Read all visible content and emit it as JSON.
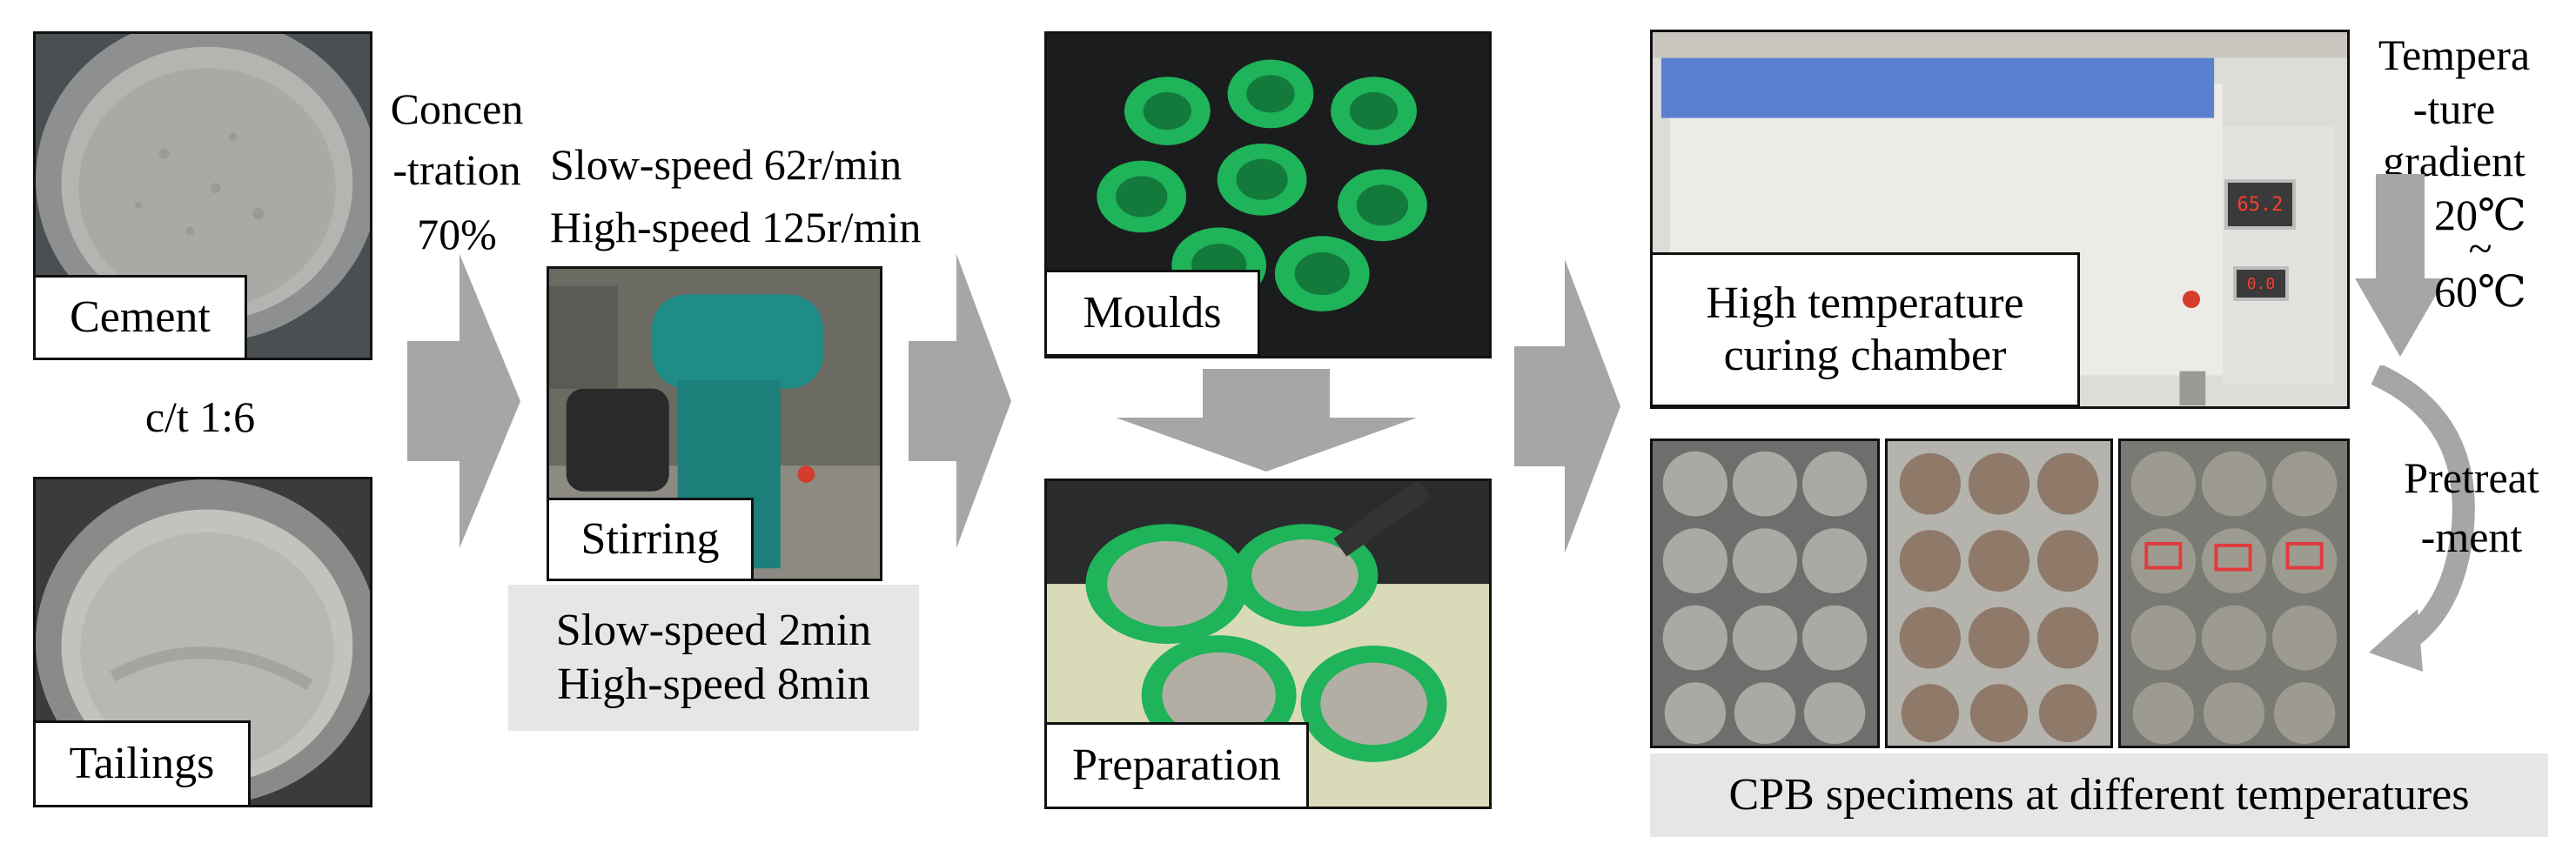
{
  "labels": {
    "cement": "Cement",
    "tailings": "Tailings",
    "ratio": "c/t 1:6",
    "concentration": [
      "Concen",
      "-tration",
      "70%"
    ],
    "stirring_speed": [
      "Slow-speed 62r/min",
      "High-speed 125r/min"
    ],
    "stirring": "Stirring",
    "stirring_time": [
      "Slow-speed 2min",
      "High-speed 8min"
    ],
    "moulds": "Moulds",
    "preparation": "Preparation",
    "chamber": [
      "High temperature",
      "curing chamber"
    ],
    "temp_gradient": [
      "Tempera",
      "-ture",
      "gradient",
      "20℃",
      "~",
      "60℃"
    ],
    "pretreatment": [
      "Pretreat",
      "-ment"
    ],
    "specimens": "CPB specimens at different temperatures"
  },
  "device_display": {
    "top_readout": "65.2",
    "bottom_readout": "0.0"
  },
  "colors": {
    "arrow_grey": "#a6a6a6",
    "mould_green": "#1fb35a",
    "chamber_lid": "#5b7fd0",
    "machine_teal": "#1f8c86",
    "label_grey_bg": "#e6e6e6"
  }
}
